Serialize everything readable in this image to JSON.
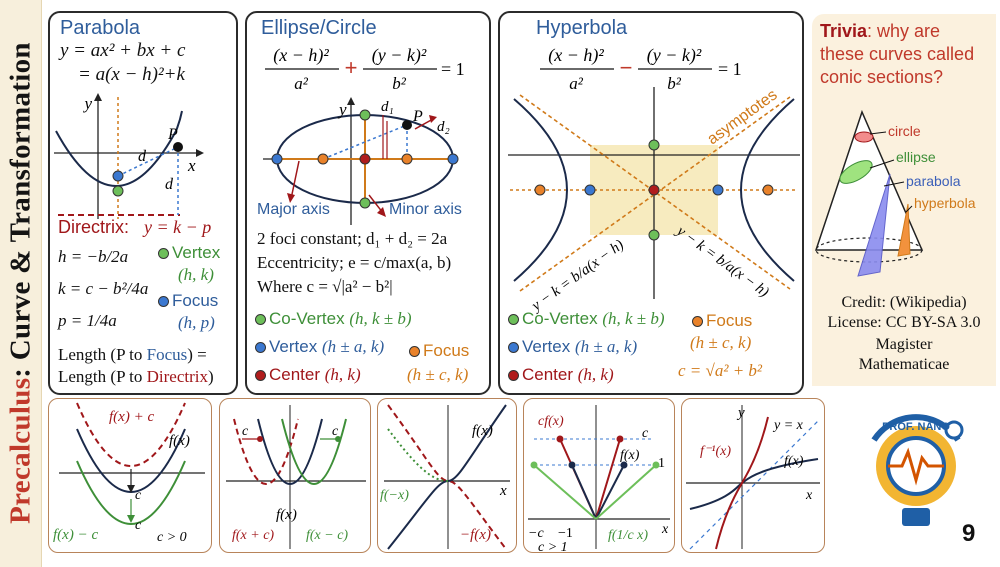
{
  "sidebar": {
    "title_part1": "Precalculus",
    "title_part2": ": Curve & Transformation"
  },
  "parabola": {
    "title": "Parabola",
    "eq1": "y = ax² + bx + c",
    "eq2": "= a(x − h)²+k",
    "labels": {
      "y": "y",
      "x": "x",
      "P": "P",
      "d1": "d",
      "d2": "d"
    },
    "directrix_label": "Directrix:",
    "directrix_eq": "y = k − p",
    "h_eq": "h = −b/2a",
    "k_eq": "k = c − b²/4a",
    "p_eq": "p = 1/4a",
    "vertex_label": "Vertex",
    "vertex_coords": "(h, k)",
    "focus_label": "Focus",
    "focus_coords": "(h, p)",
    "length_line1_a": "Length (P to ",
    "length_line1_b": "Focus",
    "length_line1_c": ") =",
    "length_line2_a": "Length (P to ",
    "length_line2_b": "Directrix",
    "length_line2_c": ")"
  },
  "ellipse": {
    "title": "Ellipse/Circle",
    "eq_left_num": "(x − h)²",
    "eq_left_den": "a²",
    "eq_plus": "+",
    "eq_right_num": "(y − k)²",
    "eq_right_den": "b²",
    "eq_equals": "= 1",
    "labels": {
      "y": "y",
      "d1": "d₁",
      "d2": "d₂",
      "P": "P"
    },
    "major_axis": "Major axis",
    "minor_axis": "Minor axis",
    "foci_text": "2 foci constant; d₁ + d₂ = 2a",
    "ecc_text": "Eccentricity; e = c/max(a, b)",
    "where_text": "Where c = √|a² − b²|",
    "covertex_label": "Co-Vertex",
    "covertex_coords": "(h, k ± b)",
    "vertex_label": "Vertex",
    "vertex_coords": "(h ± a, k)",
    "center_label": "Center",
    "center_coords": "(h, k)",
    "focus_label": "Focus",
    "focus_coords": "(h ± c, k)"
  },
  "hyperbola": {
    "title": "Hyperbola",
    "eq_left_num": "(x − h)²",
    "eq_left_den": "a²",
    "eq_minus": "−",
    "eq_right_num": "(y − k)²",
    "eq_right_den": "b²",
    "eq_equals": "= 1",
    "asymptotes": "asymptotes",
    "asym1": "y − k = b/a(x − h)",
    "asym2": "y − k = b/a(x − h)",
    "covertex_label": "Co-Vertex",
    "covertex_coords": "(h, k ± b)",
    "vertex_label": "Vertex",
    "vertex_coords": "(h ± a, k)",
    "center_label": "Center",
    "center_coords": "(h, k)",
    "focus_label": "Focus",
    "focus_coords": "(h ± c, k)",
    "c_eq": "c = √a² + b²"
  },
  "trivia": {
    "label": "Trivia",
    "line1": ": why are",
    "line2": "these curves called",
    "line3": "conic sections?",
    "circle": "circle",
    "ellipse": "ellipse",
    "parabola": "parabola",
    "hyperbola": "hyperbola",
    "credit1": "Credit: (Wikipedia)",
    "credit2": "License: CC BY-SA 3.0",
    "credit3": "Magister",
    "credit4": "Mathematicae",
    "logo_text": "PROF. NANO",
    "page_number": "9"
  },
  "transforms": {
    "shift_up": {
      "top": "f(x) + c",
      "mid": "f(x)",
      "c1": "c",
      "c2": "c",
      "bottom": "f(x) − c",
      "cond": "c > 0"
    },
    "shift_side": {
      "c1": "c",
      "c2": "c",
      "f": "f(x)",
      "left": "f(x + c)",
      "right": "f(x − c)"
    },
    "reflect": {
      "f": "f(x)",
      "fneg": "f(−x)",
      "negf": "−f(x)",
      "x": "x"
    },
    "scale": {
      "cf": "cf(x)",
      "c": "c",
      "f": "f(x)",
      "one": "1",
      "neg_c": "−c",
      "neg_one": "−1",
      "cond": "c > 1",
      "fx": "f(1/c x)",
      "x": "x"
    },
    "inverse": {
      "y": "y",
      "yx": "y = x",
      "finv": "f⁻¹(x)",
      "f": "f(x)",
      "x": "x"
    }
  },
  "colors": {
    "blue": "#2f5d9b",
    "green": "#3e8f38",
    "red": "#a0171a",
    "orange": "#d07a1a",
    "navy": "#1b2a4a"
  }
}
